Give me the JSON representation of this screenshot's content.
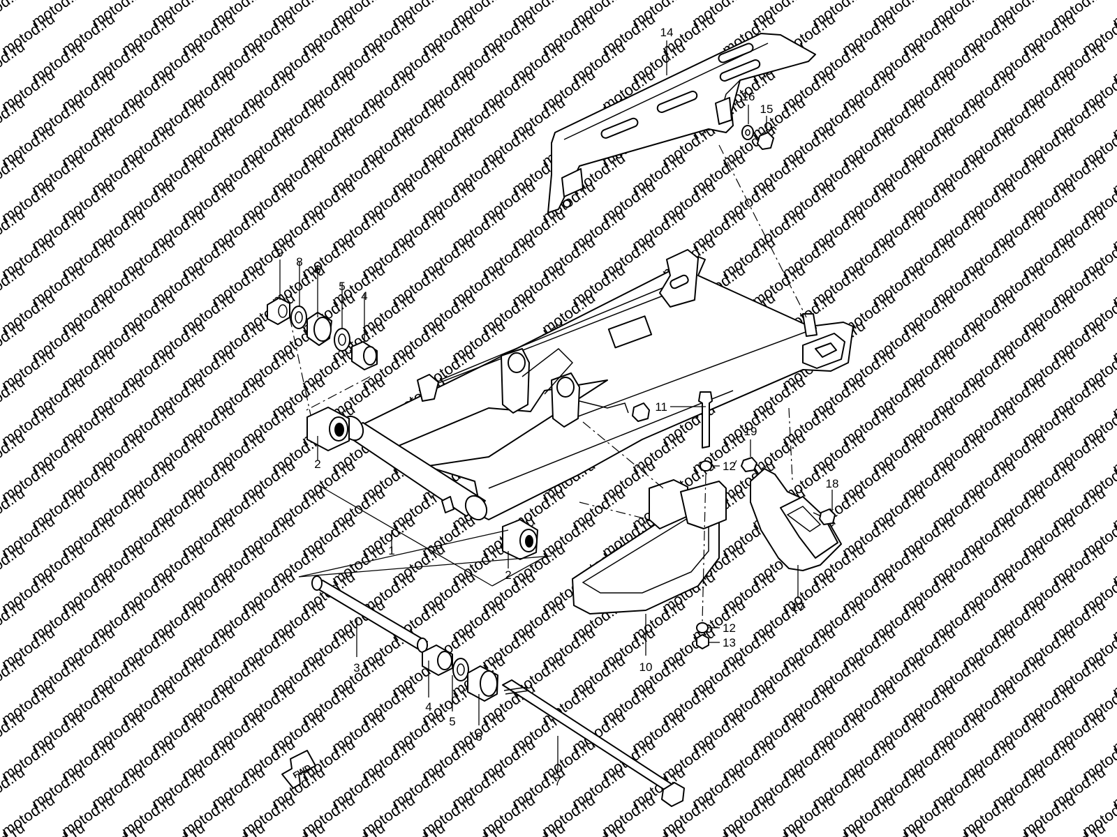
{
  "watermark": "motod.ru",
  "direction_arrow": {
    "text": "FWD"
  },
  "callouts": [
    "14",
    "16",
    "15",
    "9",
    "8",
    "6",
    "5",
    "4",
    "11",
    "19",
    "12",
    "18",
    "2",
    "1",
    "2",
    "17",
    "10",
    "12",
    "13",
    "3",
    "4",
    "5",
    "6",
    "7"
  ]
}
